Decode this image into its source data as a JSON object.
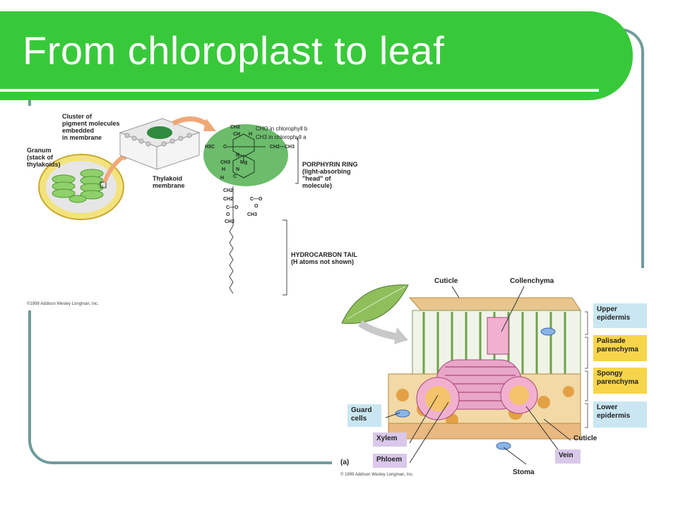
{
  "slide": {
    "title": "From chloroplast to leaf"
  },
  "chloroplast_figure": {
    "labels": {
      "cluster": "Cluster of\npigment molecules\nembedded\nin membrane",
      "granum": "Granum\n(stack of\nthylakoids)",
      "thylakoid": "Thylakoid\nmembrane",
      "cho_b": "CHO in chlorophyll b",
      "ch3_a": "CH3 in chlorophyll a",
      "porphyrin": "PORPHYRIN RING\n(light-absorbing\n\"head\" of\nmolecule)",
      "hydrocarbon": "HYDROCARBON TAIL\n(H atoms not shown)",
      "copyright": "©1999 Addison Wesley Longman, Inc."
    },
    "ring_atoms": [
      "CH2",
      "CH",
      "H",
      "H3C",
      "C",
      "N",
      "Mg",
      "CH2—CH3",
      "CH3",
      "H",
      "C",
      "N",
      "H"
    ],
    "tail_atoms": [
      "CH2",
      "CH2",
      "C—O",
      "O",
      "CH2",
      "C—O",
      "O",
      "CH3"
    ]
  },
  "leaf_figure": {
    "top_labels": {
      "cuticle": "Cuticle",
      "collenchyma": "Collenchyma"
    },
    "side_boxes": [
      {
        "label": "Upper\nepidermis",
        "color": "#c9e6f2"
      },
      {
        "label": "Palisade\nparenchyma",
        "color": "#f7d54a"
      },
      {
        "label": "Spongy\nparenchyma",
        "color": "#f7d54a"
      },
      {
        "label": "Lower\nepidermis",
        "color": "#c9e6f2"
      }
    ],
    "guard_cells": "Guard\ncells",
    "xylem": "Xylem",
    "phloem": "Phloem",
    "panel": "(a)",
    "stoma": "Stoma",
    "vein": "Vein",
    "cuticle_bottom": "Cuticle",
    "copyright": "© 1999 Addison Wesley Longman, Inc."
  }
}
